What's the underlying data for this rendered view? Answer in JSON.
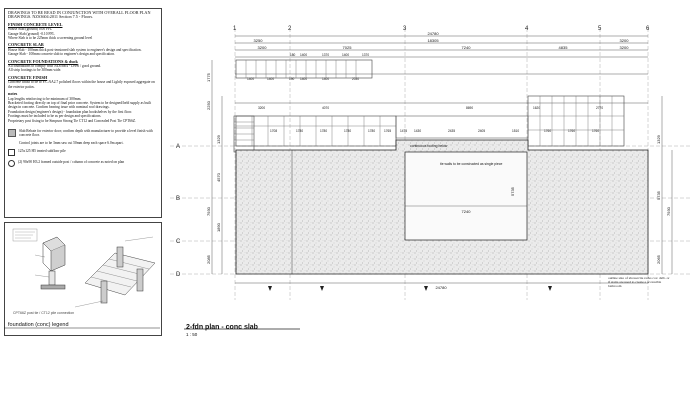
{
  "notes": {
    "heading": "DRAWINGS TO BE READ IN CONJUNCTION WITH OVERALL FLOOR PLAN DRAWINGS. NZS3604:2011 Section 7.5 - Floors.",
    "levels_title": "FINISH CONCRETE LEVEL",
    "levels": [
      "House Slab (ground) 0.00 FFL",
      "Garage Slab (ground) -0.10 FFL",
      "Where Slab is to be 225mm thick a screening ground level"
    ],
    "slab_title": "CONCRETE SLAB",
    "slab": [
      "House Slab - 100mm thick post-tensioned slab system to engineer's design and specification.",
      "Garage Slab - 100mm concrete slab to engineer's design and specification."
    ],
    "foundations_title": "CONCRETE FOUNDATIONS & duck",
    "foundations": [
      "All foundations to comply with NZS3604 - Level / good ground.",
      "All strip footings to be 300mm wide."
    ],
    "finish_title": "CONCRETE FINISH",
    "finish": [
      "Concrete finish to be to F.C.NA2.7 polished floors within the house and Lightly exposed aggregate on the exterior patios."
    ],
    "notes_title": "notes",
    "notes_list": [
      "Lap lengths reinforcing to be minimum of 300mm.",
      "Bracketed footing directly on top of final prior concrete. System to be designed/held supply as built design in concrete. Confirm bearing issue with nominal roof drawings.",
      "Foundation design (engineer's design) - foundation plan bookshelves by the first floor.",
      "Footings must be included to be as per design and specifications.",
      "Proprietary post fixing to be Simpson Strong Tie CT12 and Concealed Post Tie CPT66Z."
    ],
    "symbol1": "Slab Rebate for exterior door; confirm depth with manufacturer to provide a level finish with concrete floor.",
    "symbol1b": "Control joints are to be 3mm saw cut 50mm deep each space 6.0m apart.",
    "symbol2": "125x125 H5 treated subfloor pile",
    "symbol3": "(2) 90x90 H3.2 framed outside post / column of concrete as noted on plan"
  },
  "legend": {
    "title": "foundation (conc) legend",
    "caption": "CPT66Z post tie / CT12 pile connection"
  },
  "sheet": {
    "title": "2-fdn plan - conc slab",
    "scale": "1 : 50"
  },
  "grid": {
    "numbers": [
      "1",
      "2",
      "3",
      "4",
      "5",
      "6"
    ],
    "letters": [
      "A",
      "B",
      "C",
      "D"
    ]
  },
  "dims_top": [
    "24780",
    "18305",
    "3200",
    "7025",
    "7240",
    "4835",
    "3200"
  ],
  "dims_second": [
    "3250",
    "3200"
  ],
  "dims_deck": [
    "180",
    "1400",
    "1370",
    "1400",
    "1370",
    "1400",
    "1400",
    "190",
    "1400",
    "1400",
    "2030",
    "3200",
    "4070",
    "8690",
    "1620",
    "2770"
  ],
  "dims_bays": [
    "1708",
    "1780",
    "1780",
    "1780",
    "1780",
    "1765",
    "1475",
    "1430",
    "2435",
    "2405",
    "1510",
    "1760",
    "1760",
    "1760"
  ],
  "dims_left": [
    "1775",
    "2250",
    "1329",
    "4570",
    "7930",
    "1890",
    "2085"
  ],
  "dims_right": [
    "1329",
    "7930",
    "5735",
    "2065"
  ],
  "dim_bottom": "24780",
  "dim_patio": "7240",
  "dim_patio_v": "5735",
  "labels": {
    "continuous": "continuous footing below",
    "tie": "tie walls to be constructed as single piece",
    "outline": "outline size of shower/tie racks cov. dslb. or if stairs are used to create a accessible bathroom"
  },
  "colors": {
    "line": "#222222",
    "slab": "#e2e2e2",
    "stipple": "#9a9a9a",
    "framing": "#555555"
  }
}
